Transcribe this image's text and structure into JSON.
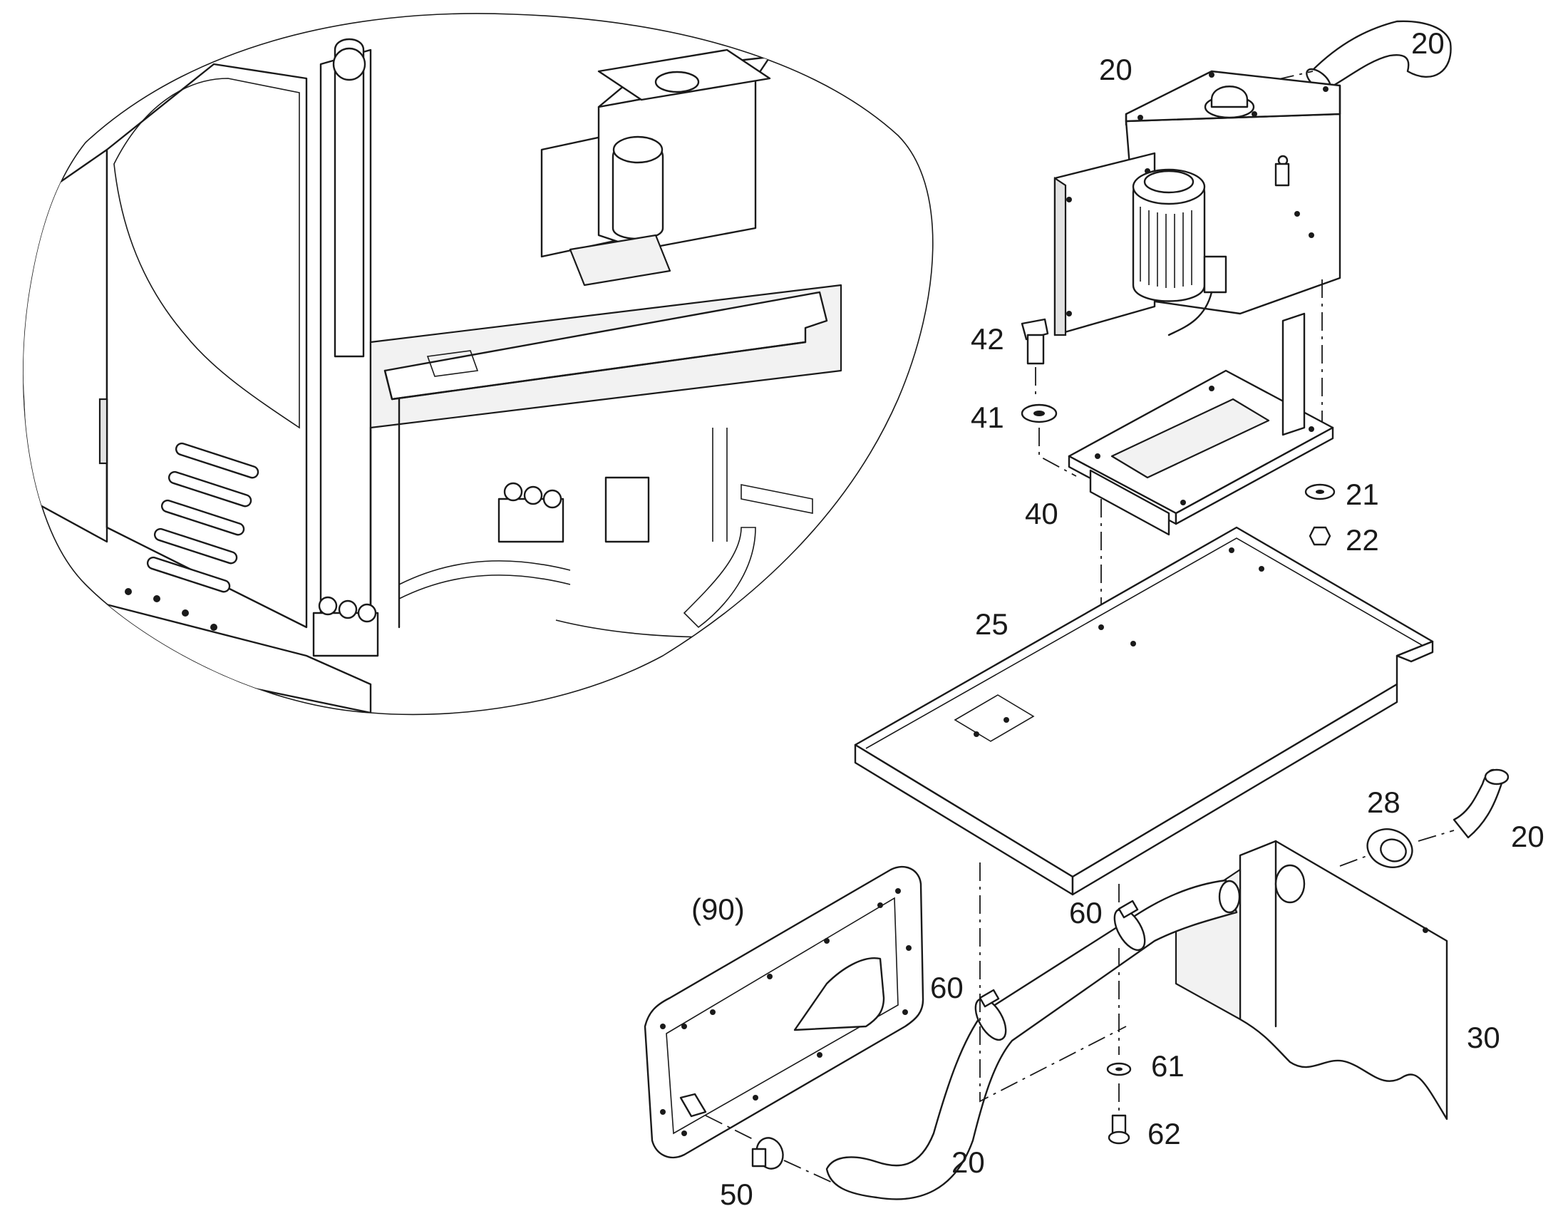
{
  "callouts": {
    "c20_top": "20",
    "c20_box": "20",
    "c42": "42",
    "c41": "41",
    "c21": "21",
    "c22": "22",
    "c40": "40",
    "c25": "25",
    "c28": "28",
    "c20_right": "20",
    "c90": "(90)",
    "c60_upper": "60",
    "c60_lower": "60",
    "c30": "30",
    "c61": "61",
    "c62": "62",
    "c20_bottom": "20",
    "c50": "50"
  }
}
